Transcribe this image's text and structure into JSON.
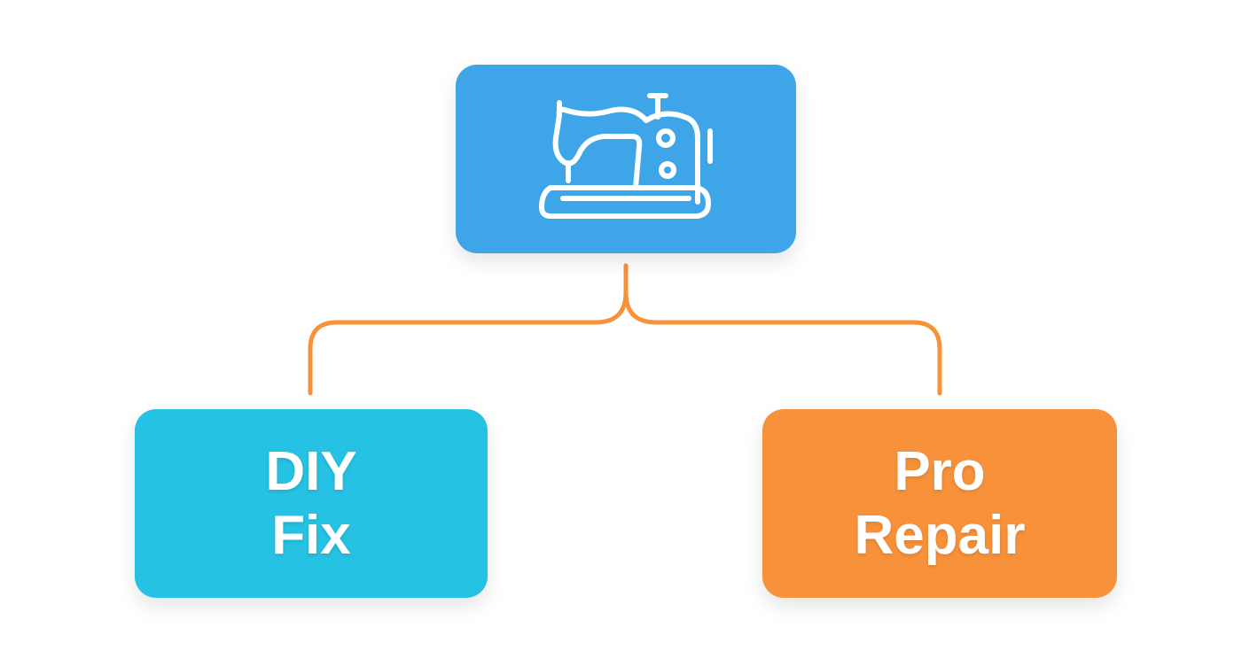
{
  "colors": {
    "background": "#ffffff",
    "root_fill": "#3ea6e8",
    "diy_fill": "#26c2e3",
    "pro_fill": "#f7923a",
    "connector": "#f7923a",
    "text": "#ffffff"
  },
  "diagram": {
    "type": "tree",
    "root": {
      "icon": "sewing-machine-icon"
    },
    "children": [
      {
        "id": "diy",
        "line1": "DIY",
        "line2": "Fix"
      },
      {
        "id": "pro",
        "line1": "Pro",
        "line2": "Repair"
      }
    ]
  }
}
